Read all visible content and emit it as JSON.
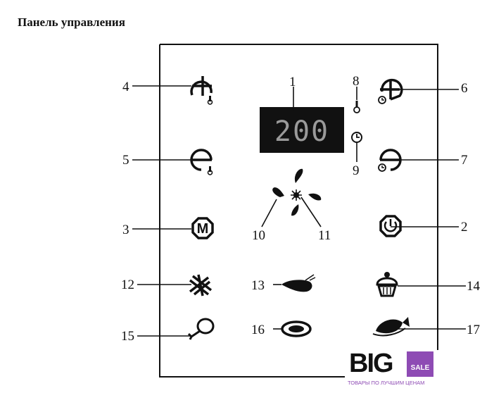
{
  "title": "Панель управления",
  "display": {
    "value": "200"
  },
  "callouts": {
    "c1": "1",
    "c2": "2",
    "c3": "3",
    "c4": "4",
    "c5": "5",
    "c6": "6",
    "c7": "7",
    "c8": "8",
    "c9": "9",
    "c10": "10",
    "c11": "11",
    "c12": "12",
    "c13": "13",
    "c14": "14",
    "c15": "15",
    "c16": "16",
    "c17": "17"
  },
  "buttons": {
    "menu_letter": "M"
  },
  "logo": {
    "brand": "BIG",
    "badge": "SALE",
    "tagline": "ТОВАРЫ ПО ЛУЧШИМ ЦЕНАМ"
  },
  "colors": {
    "display_bg": "#111111",
    "display_text": "#9a9a9a",
    "logo_accent": "#8e4bb4"
  }
}
